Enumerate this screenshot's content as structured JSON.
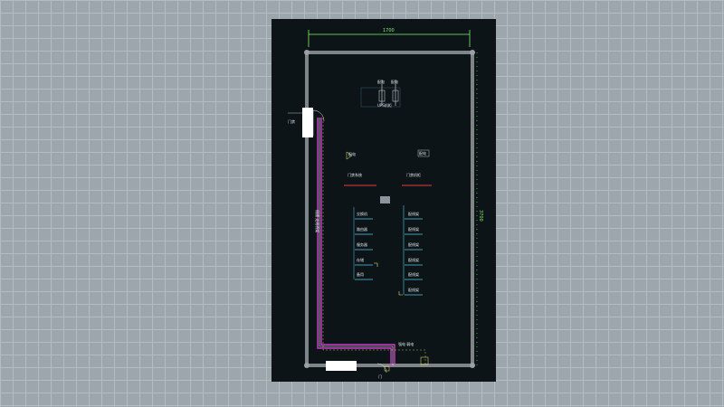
{
  "drawing": {
    "width_dimension": "1700",
    "height_dimension": "3700",
    "door_label_left": "门禁",
    "top_device_labels": [
      "配电",
      "配电"
    ],
    "top_device_caption": "UPS机柜",
    "cabinet_left_label": "门禁系统",
    "cabinet_right_label": "门禁机柜",
    "left_column": [
      "交换机",
      "路由器",
      "服务器",
      "存储",
      "备用"
    ],
    "right_column": [
      "配线架",
      "配线架",
      "配线架",
      "配线架",
      "配线架",
      "配线架"
    ],
    "cable_tray_label": "线槽 走线桥架",
    "bottom_label": "强电 弱电",
    "bottom_small": "门",
    "colors": {
      "background_canvas": "#0d1418",
      "wall": "#7f8488",
      "dimension": "#7cf26a",
      "magenta_line": "#e845e6",
      "red_line": "#e23b3b",
      "cyan_line": "#56c7e0"
    }
  }
}
